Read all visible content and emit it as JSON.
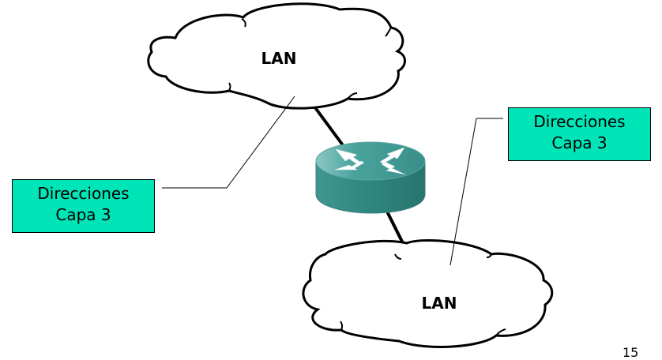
{
  "diagram": {
    "clouds": [
      {
        "label": "LAN",
        "position": "top"
      },
      {
        "label": "LAN",
        "position": "bottom"
      }
    ],
    "router": {
      "icon": "router-icon"
    },
    "callouts": [
      {
        "line1": "Direcciones",
        "line2": "Capa 3",
        "position": "left"
      },
      {
        "line1": "Direcciones",
        "line2": "Capa 3",
        "position": "right"
      }
    ],
    "colors": {
      "callout_fill": "#00e5b8",
      "router_body": "#2e8a86"
    }
  },
  "page_number": "15"
}
